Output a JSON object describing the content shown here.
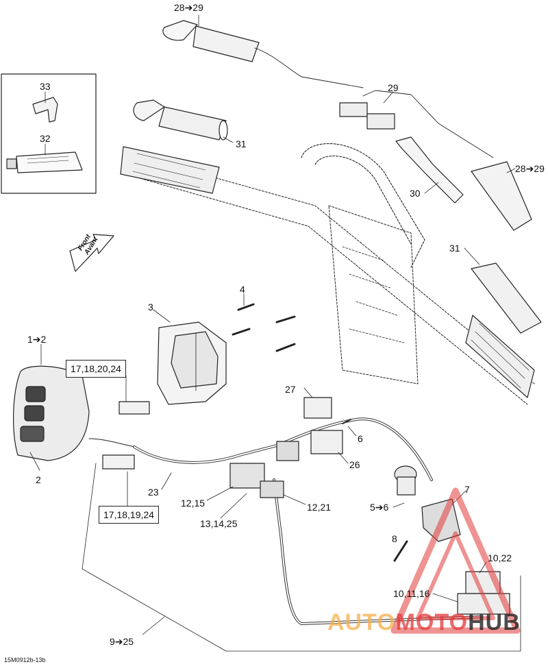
{
  "callouts": {
    "c28_29_top": "28➔29",
    "c33": "33",
    "c32": "32",
    "c29": "29",
    "c31_top": "31",
    "c28_29_right": "28➔29",
    "c30": "30",
    "c31_right": "31",
    "c4": "4",
    "c3": "3",
    "c1_2": "1➔2",
    "c2": "2",
    "c17_18_20_24": "17,18,20,24",
    "c27": "27",
    "c6": "6",
    "c26": "26",
    "c23": "23",
    "c12_15": "12,15",
    "c12_21": "12,21",
    "c13_14_25": "13,14,25",
    "c17_18_19_24": "17,18,19,24",
    "c7": "7",
    "c5_6": "5➔6",
    "c8": "8",
    "c10_22": "10,22",
    "c10_11_16": "10,11,16",
    "c9_25": "9➔25"
  },
  "front_arrow": {
    "line1": "Front",
    "line2": "Avant"
  },
  "reference": "15M0912b-13b",
  "watermark": {
    "part1": "AUTO",
    "part2": "MOTO",
    "part3": "HUB"
  },
  "colors": {
    "line": "#222222",
    "watermark_red": "#e23a3a",
    "watermark_orange": "#f5b04a"
  }
}
